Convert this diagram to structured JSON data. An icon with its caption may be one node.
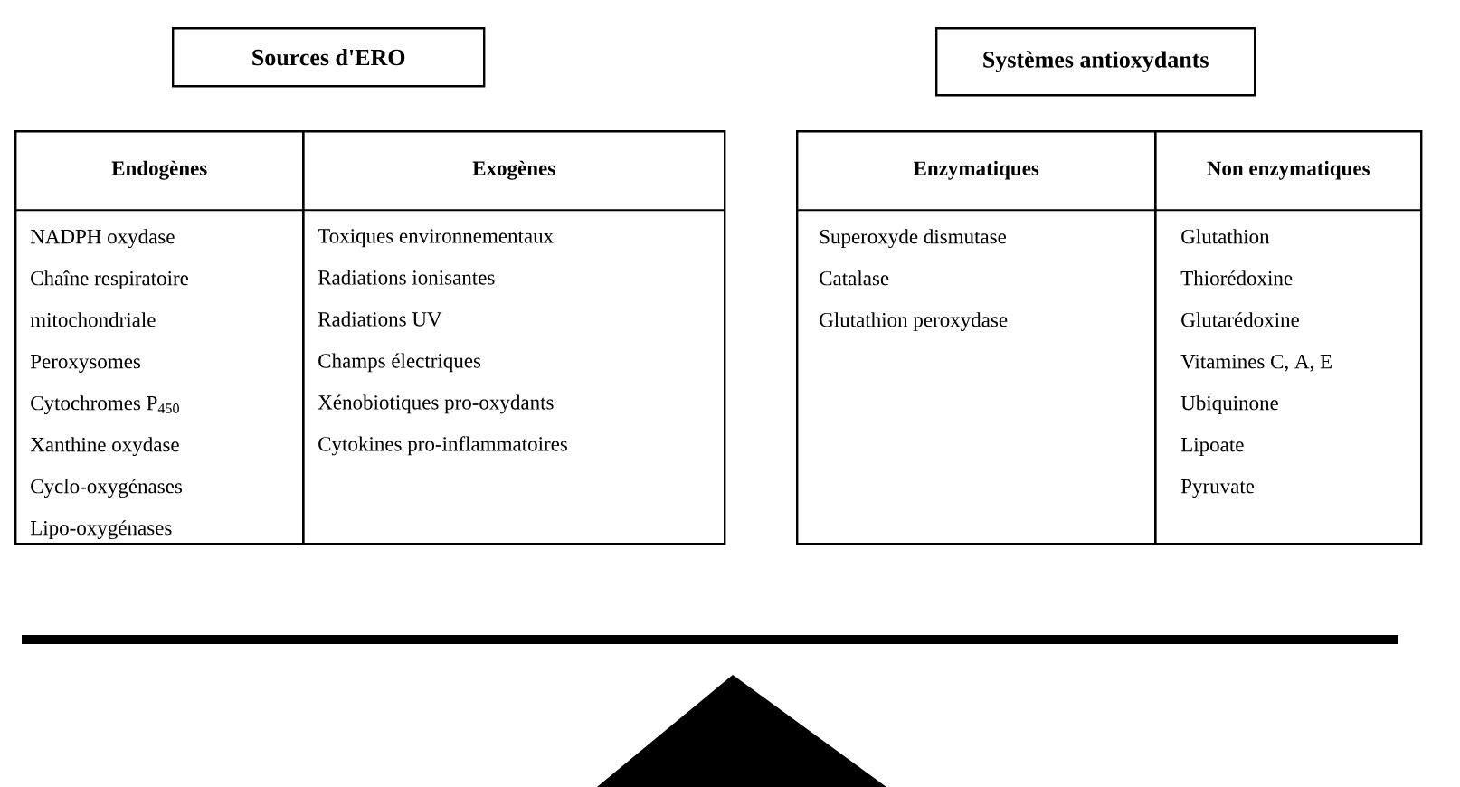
{
  "diagram": {
    "nodes": [
      {
        "text": [
          "Sources d'ERO"
        ]
      },
      {
        "text": [
          "Systèmes antioxydants"
        ]
      },
      {
        "text": [
          "Endogènes",
          "NADPH oxydase",
          "Chaîne respiratoire mitochondriale",
          "Peroxysomes",
          "Cytochromes P$_{450}$",
          "Xanthine oxydase",
          "Cyclo-oxygénases",
          "Lipo-oxygénases"
        ]
      },
      {
        "text": [
          "Exogènes",
          "Toxiques environnementaux",
          "Radiations ionisantes",
          "Radiations UV",
          "Champs électriques",
          "Xénobiotiques pro-oxydants",
          "Cytokines pro-inflammatoires"
        ]
      },
      {
        "text": [
          "Enzymatiques",
          "Superoxyde dismutase",
          "Catalase",
          "Glutathion peroxydase"
        ]
      },
      {
        "text": [
          "Non enzymatiques",
          "Glutathion",
          "Thiorédoxine",
          "Glutarédoxine",
          "Vitamines C, A, E",
          "Ubiquinone",
          "Lipoate",
          "Pyruvate"
        ]
      }
    ]
  }
}
